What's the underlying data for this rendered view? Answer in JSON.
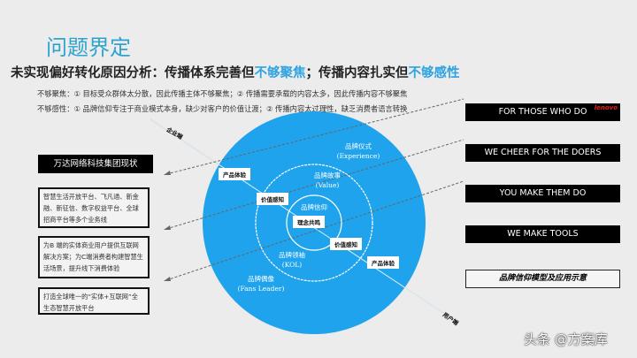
{
  "title": "问题界定",
  "subtitle": {
    "prefix": "未实现偏好转化原因分析：传播体系完善但",
    "hl1": "不够聚焦",
    "mid": "；传播内容扎实但",
    "hl2": "不够感性"
  },
  "notes": [
    "不够聚焦：① 目标受众群体太分散，因此传播主体不够聚焦；② 传播需要承载的内容太多，因此传播内容不够聚焦",
    "不够感性：① 品牌信仰专注于商业模式本身，缺少对客户的价值让渡；② 传播内容太过理性，缺乏消费者语言转换"
  ],
  "left_panel": {
    "title": "万达网络科技集团现状",
    "items": [
      "智慧生活开放平台、飞凡通、新金融、新征信、数字权益平台、全球招商平台等多个业务线",
      "为B 端的实体商业用户提供互联网解决方案；为C端消费者构建智慧生活场景，提升线下消费体验",
      "打造全球唯一的“实体+互联网”全生态智慧开放平台"
    ]
  },
  "diagram": {
    "axis_top": "企业端",
    "axis_bottom": "用户端",
    "rings": [
      {
        "name": "品牌仪式",
        "en": "(Experience)"
      },
      {
        "name": "品牌故事",
        "en": "(Value)"
      },
      {
        "name": "品牌信仰"
      },
      {
        "name": "品牌领袖",
        "en": "(KOL)"
      },
      {
        "name": "品牌偶像",
        "en": "(Fans Leader)"
      }
    ],
    "tags": [
      "产品体验",
      "价值感知",
      "理念共鸣",
      "价值感知",
      "产品体验"
    ],
    "color": "#1fa3ec"
  },
  "right_panel": {
    "slogans": [
      "FOR THOSE WHO DO",
      "WE CHEER FOR THE DOERS",
      "YOU MAKE THEM DO",
      "WE MAKE TOOLS"
    ],
    "logo": "lenovo",
    "caption": "品牌信仰模型及应用示意"
  },
  "watermark": "头条 @方案库"
}
